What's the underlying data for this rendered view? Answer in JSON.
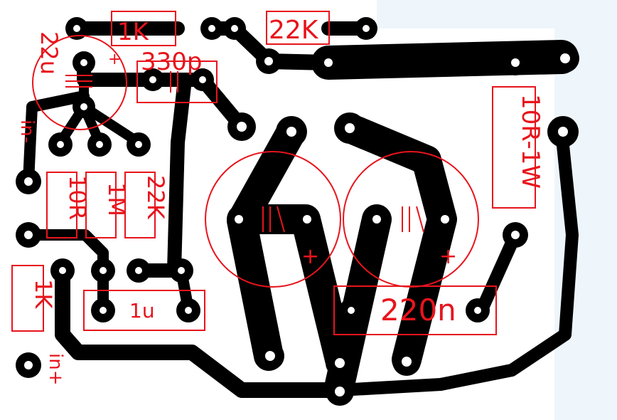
{
  "labels": {
    "r_1k_top": "1K",
    "r_22k_top": "22K",
    "c_22u": "22u",
    "c_22u_plus": "+",
    "c_330p": "330p",
    "input_minus": "in-",
    "r_10r": "10R",
    "r_1m": "1M",
    "r_22k_mid": "22K",
    "r_1k_left": "1K",
    "input_plus": "in+",
    "c_1u": "1u",
    "c_220n": "220n",
    "r_10r_1w": "10R-1W",
    "elco_left_plus": "+",
    "elco_right_plus": "+"
  },
  "colors": {
    "copper": "#000000",
    "silkscreen": "#e8141c",
    "board": "#ffffff",
    "panel": "#eef6fb"
  }
}
